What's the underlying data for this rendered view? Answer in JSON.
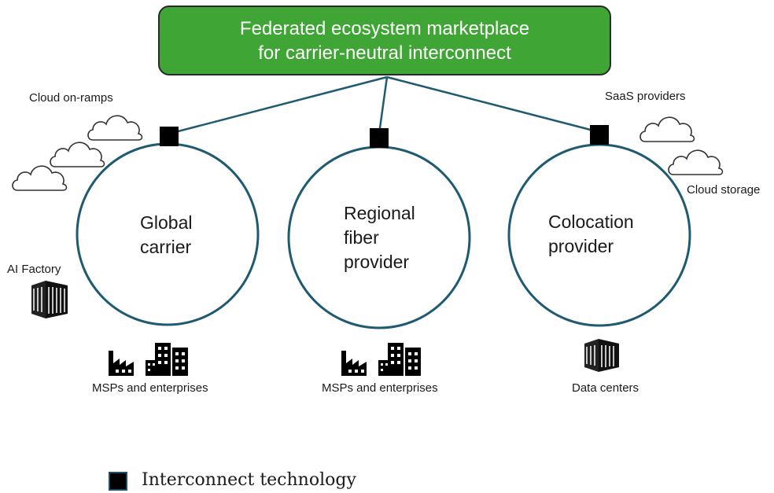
{
  "banner": {
    "line1": "Federated ecosystem marketplace",
    "line2": "for carrier-neutral interconnect"
  },
  "nodes": [
    {
      "line1": "Global",
      "line2": "carrier",
      "line3": ""
    },
    {
      "line1": "Regional",
      "line2": "fiber",
      "line3": "provider"
    },
    {
      "line1": "Colocation",
      "line2": "provider",
      "line3": ""
    }
  ],
  "labels": {
    "cloud_onramps": "Cloud on-ramps",
    "saas_providers": "SaaS providers",
    "cloud_storage": "Cloud storage",
    "ai_factory": "AI Factory",
    "msps_left": "MSPs and enterprises",
    "msps_middle": "MSPs and enterprises",
    "data_centers": "Data centers"
  },
  "legend": {
    "interconnect": "Interconnect technology"
  },
  "colors": {
    "banner_fill": "#3fa535",
    "circle_stroke": "#1e5a72",
    "connector": "#1e5a72",
    "interconnect_square": "#000000"
  },
  "icons": [
    "cloud-icon",
    "factory-icon",
    "office-buildings-icon",
    "data-center-icon"
  ]
}
